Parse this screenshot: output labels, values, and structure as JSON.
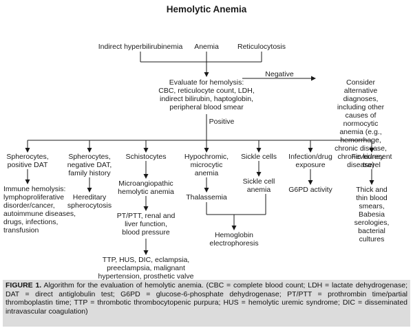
{
  "title": "Hemolytic Anemia",
  "top": {
    "hyperbili": "Indirect hyperbilirubinemia",
    "anemia": "Anemia",
    "retic": "Reticulocytosis"
  },
  "evaluate": "Evaluate for hemolysis:\nCBC, reticulocyte count, LDH,\nindirect bilirubin, haptoglobin,\nperipheral blood smear",
  "negative_label": "Negative",
  "alternative": "Consider alternative diagnoses,\nincluding other causes of\nnormocytic anemia (e.g.,\nhemorrhage, chronic disease,\nchronic kidney disease)",
  "positive_label": "Positive",
  "branches": {
    "sph_pos": "Spherocytes,\npositive DAT",
    "sph_neg": "Spherocytes,\nnegative DAT,\nfamily history",
    "schisto": "Schistocytes",
    "hypo": "Hypochromic,\nmicrocytic\nanemia",
    "sickle": "Sickle cells",
    "infect": "Infection/drug\nexposure",
    "fever": "Fever/recent\ntravel"
  },
  "results": {
    "immune": "Immune hemolysis:\n  lymphoproliferative\n  disorder/cancer,\n  autoimmune diseases,\n  drugs, infections,\n  transfusion",
    "hereditary": "Hereditary\nspherocytosis",
    "micro": "Microangiopathic\nhemolytic anemia",
    "ptptt": "PT/PTT, renal and\nliver function,\nblood pressure",
    "ttp": "TTP, HUS, DIC, eclampsia,\npreeclampsia, malignant\nhypertension, prosthetic valve",
    "thal": "Thalassemia",
    "sickle_anemia": "Sickle cell\nanemia",
    "hgb": "Hemoglobin\nelectrophoresis",
    "g6pd": "G6PD activity",
    "smears": "Thick and thin blood\nsmears, Babesia\nserologies, bacterial\ncultures"
  },
  "caption": {
    "label": "FIGURE 1.",
    "text": "Algorithm for the evaluation of hemolytic anemia. (CBC = complete blood count; LDH = lactate dehydrogenase; DAT = direct antiglobulin test; G6PD = glucose-6-phosphate dehydrogenase; PT/PTT = prothrombin time/partial thromboplastin time; TTP = thrombotic thrombocytopenic purpura; HUS = hemolytic uremic syndrome; DIC = disseminated intravascular coagulation)"
  }
}
